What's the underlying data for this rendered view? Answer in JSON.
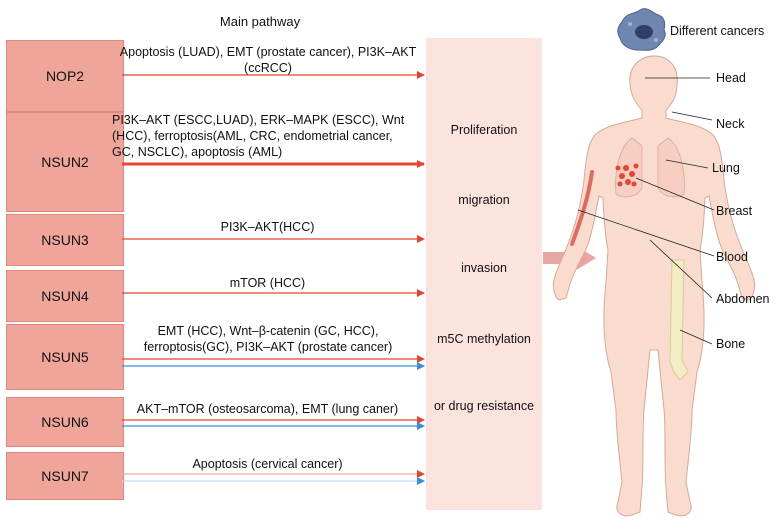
{
  "title": "Main pathway",
  "genes": [
    {
      "name": "NOP2",
      "pathway": "Apoptosis (LUAD), EMT (prostate cancer), PI3K–AKT (ccRCC)"
    },
    {
      "name": "NSUN2",
      "pathway": "PI3K–AKT (ESCC,LUAD), ERK–MAPK (ESCC), Wnt (HCC), ferroptosis(AML, CRC, endometrial cancer, GC, NSCLC), apoptosis (AML)"
    },
    {
      "name": "NSUN3",
      "pathway": "PI3K–AKT(HCC)"
    },
    {
      "name": "NSUN4",
      "pathway": "mTOR (HCC)"
    },
    {
      "name": "NSUN5",
      "pathway": "EMT (HCC), Wnt–β-catenin (GC, HCC), ferroptosis(GC), PI3K–AKT (prostate cancer)"
    },
    {
      "name": "NSUN6",
      "pathway": "AKT–mTOR (osteosarcoma), EMT (lung caner)"
    },
    {
      "name": "NSUN7",
      "pathway": "Apoptosis (cervical cancer)"
    }
  ],
  "outcomes": [
    "Proliferation",
    "migration",
    "invasion",
    "m5C methylation",
    "or drug resistance"
  ],
  "cancers": {
    "title": "Different cancers",
    "labels": [
      "Head",
      "Neck",
      "Lung",
      "Breast",
      "Blood",
      "Abdomen",
      "Bone"
    ]
  },
  "colors": {
    "gene_box": "#f0a59a",
    "outcome_box": "#fde3de",
    "arrow_red": "#e8442f",
    "arrow_blue": "#3b8fd6",
    "skin": "#f9dccd"
  }
}
